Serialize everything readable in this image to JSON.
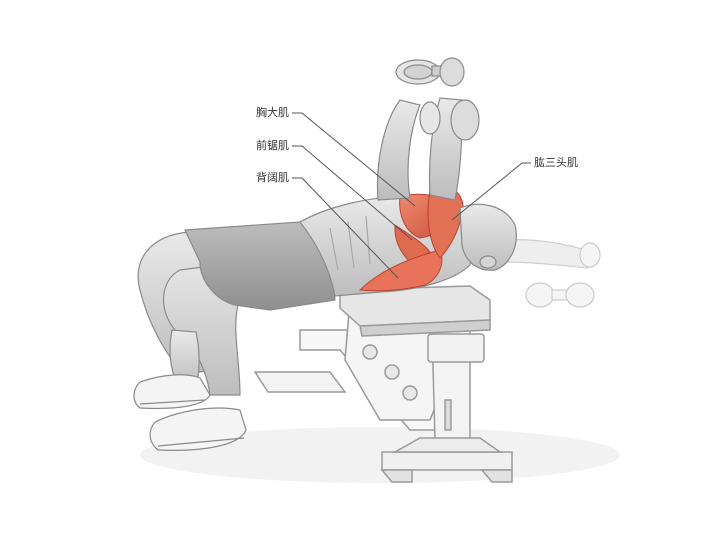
{
  "labels": {
    "pectoralis_major": "胸大肌",
    "serratus_anterior": "前锯肌",
    "latissimus_dorsi": "背阔肌",
    "triceps": "肱三头肌"
  },
  "colors": {
    "muscle_highlight": "#e8735a",
    "muscle_dark": "#c9503a",
    "body_gray": "#cfcfcf",
    "shorts_gray": "#a9a9a9",
    "bench_outline": "#9a9a9a",
    "leader_line": "#555555"
  }
}
